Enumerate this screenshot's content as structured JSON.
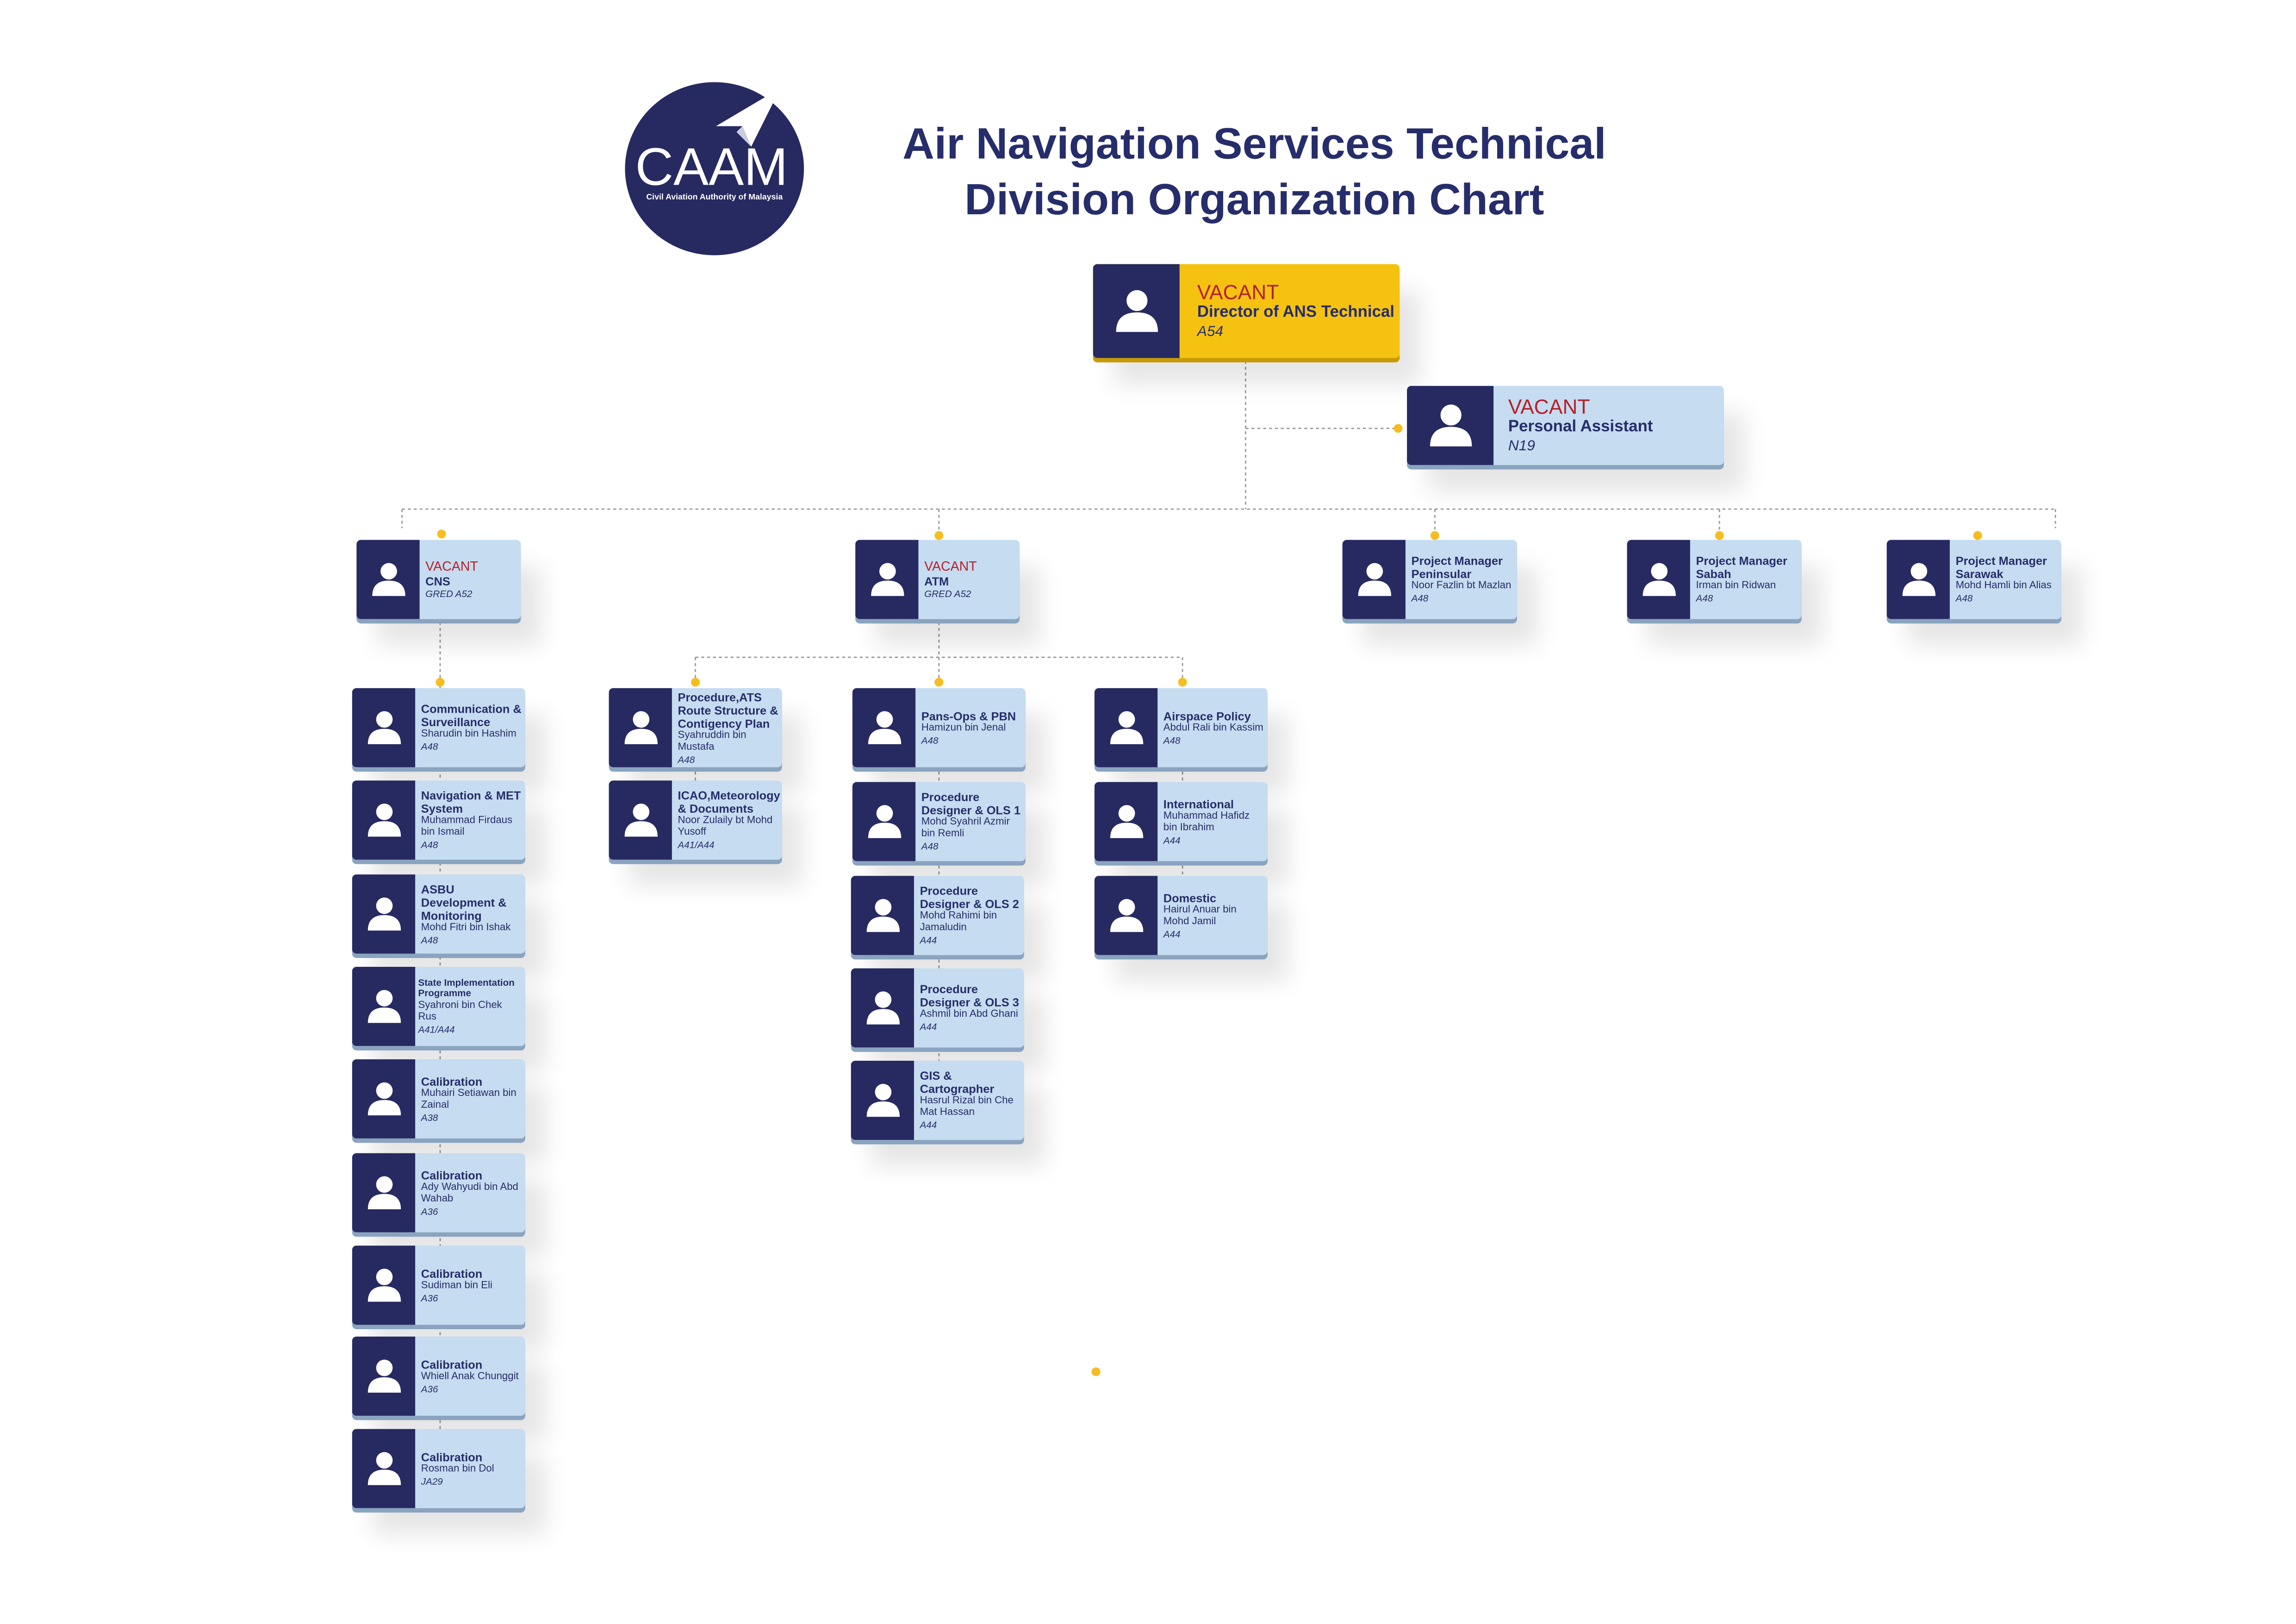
{
  "header": {
    "logo_text": "CAAM",
    "logo_subtext": "Civil Aviation Authority of Malaysia",
    "title_line1": "Air Navigation Services Technical",
    "title_line2": "Division Organization Chart"
  },
  "colors": {
    "navy": "#272a60",
    "title": "#262d6b",
    "card": "#c6dcf0",
    "director_card": "#f6c211",
    "vacant": "#b5202a",
    "dot": "#f5bd1f"
  },
  "director": {
    "status": "VACANT",
    "title": "Director of ANS Technical",
    "grade": "A54"
  },
  "assistant": {
    "status": "VACANT",
    "title": "Personal Assistant",
    "grade": "N19"
  },
  "cns": {
    "status": "VACANT",
    "title": "CNS",
    "grade": "GRED A52",
    "staff": [
      {
        "title": "Communication & Surveillance",
        "name": "Sharudin bin Hashim",
        "grade": "A48"
      },
      {
        "title": "Navigation & MET System",
        "name": "Muhammad Firdaus bin Ismail",
        "grade": "A48"
      },
      {
        "title": "ASBU Development & Monitoring",
        "name": "Mohd Fitri bin Ishak",
        "grade": "A48"
      },
      {
        "title": "State Implementation Programme",
        "name": "Syahroni bin Chek Rus",
        "grade": "A41/A44"
      },
      {
        "title": "Calibration",
        "name": "Muhairi Setiawan bin Zainal",
        "grade": "A38"
      },
      {
        "title": "Calibration",
        "name": "Ady Wahyudi bin Abd Wahab",
        "grade": "A36"
      },
      {
        "title": "Calibration",
        "name": "Sudiman bin Eli",
        "grade": "A36"
      },
      {
        "title": "Calibration",
        "name": "Whiell Anak Chunggit",
        "grade": "A36"
      },
      {
        "title": "Calibration",
        "name": "Rosman bin Dol",
        "grade": "JA29"
      }
    ]
  },
  "atm": {
    "status": "VACANT",
    "title": "ATM",
    "grade": "GRED A52",
    "procedure": [
      {
        "title": "Procedure,ATS Route Structure & Contigency Plan",
        "name": "Syahruddin bin Mustafa",
        "grade": "A48"
      },
      {
        "title": "ICAO,Meteorology & Documents",
        "name": "Noor Zulaily bt Mohd Yusoff",
        "grade": "A41/A44"
      }
    ],
    "pans_ops": [
      {
        "title": "Pans-Ops & PBN",
        "name": "Hamizun bin Jenal",
        "grade": "A48"
      },
      {
        "title": "Procedure Designer & OLS 1",
        "name": "Mohd Syahril Azmir bin Remli",
        "grade": "A48"
      },
      {
        "title": "Procedure Designer & OLS 2",
        "name": "Mohd Rahimi bin Jamaludin",
        "grade": "A44"
      },
      {
        "title": "Procedure Designer & OLS 3",
        "name": "Ashmil bin Abd Ghani",
        "grade": "A44"
      },
      {
        "title": "GIS & Cartographer",
        "name": "Hasrul Rizal bin Che Mat Hassan",
        "grade": "A44"
      }
    ],
    "airspace": [
      {
        "title": "Airspace Policy",
        "name": "Abdul Rali bin Kassim",
        "grade": "A48"
      },
      {
        "title": "International",
        "name": "Muhammad Hafidz bin Ibrahim",
        "grade": "A44"
      },
      {
        "title": "Domestic",
        "name": "Hairul Anuar bin Mohd Jamil",
        "grade": "A44"
      }
    ]
  },
  "project_managers": [
    {
      "title": "Project Manager Peninsular",
      "name": "Noor Fazlin bt Mazlan",
      "grade": "A48"
    },
    {
      "title": "Project Manager Sabah",
      "name": "Irman bin Ridwan",
      "grade": "A48"
    },
    {
      "title": "Project Manager Sarawak",
      "name": "Mohd Hamli bin Alias",
      "grade": "A48"
    }
  ]
}
